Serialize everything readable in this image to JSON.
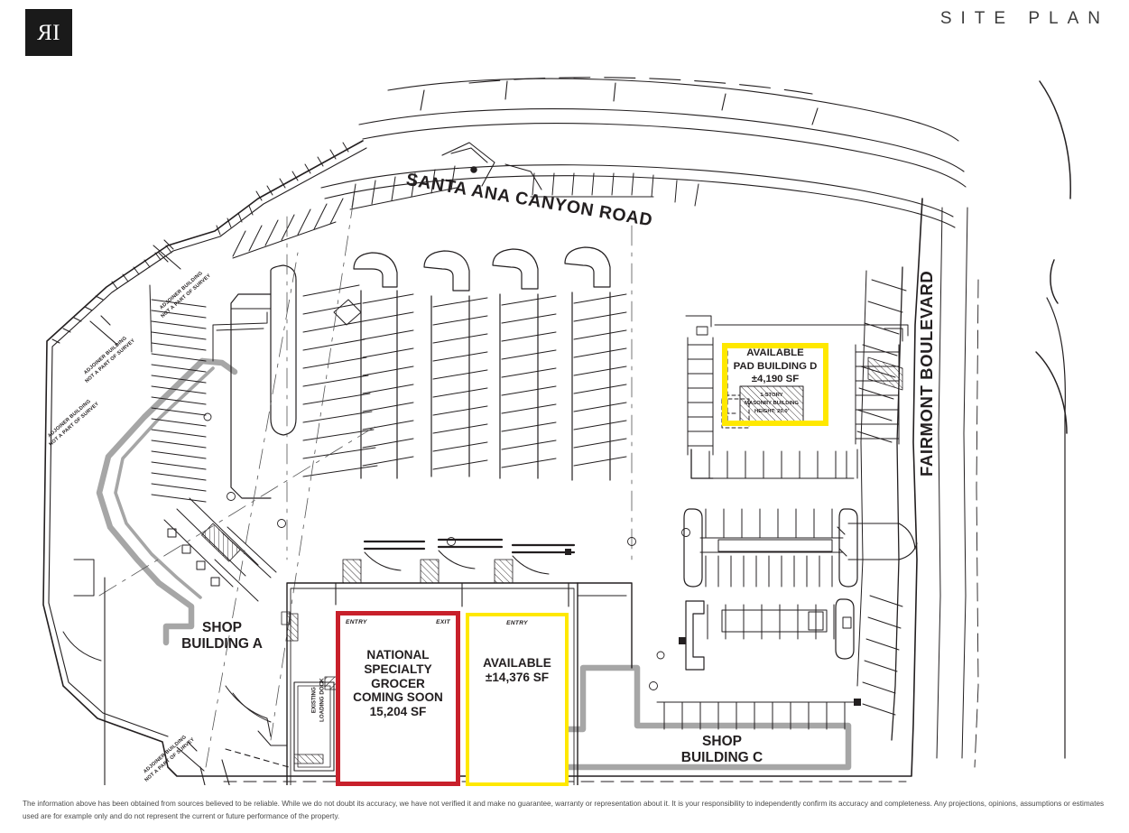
{
  "header": {
    "logo_text": "RI",
    "title": "SITE PLAN"
  },
  "map": {
    "streets": [
      {
        "name": "santa-ana-canyon-road",
        "label": "SANTA ANA CANYON ROAD"
      },
      {
        "name": "fairmont-boulevard",
        "label": "FAIRMONT BOULEVARD"
      }
    ],
    "buildings": [
      {
        "name": "shop-building-a",
        "label": "SHOP\nBUILDING A"
      },
      {
        "name": "shop-building-c",
        "label": "SHOP\nBUILDING C"
      }
    ],
    "suites": [
      {
        "name": "national-specialty-grocer",
        "label": "NATIONAL\nSPECIALTY\nGROCER\nCOMING SOON\n15,204 SF",
        "size": "15,204 SF",
        "status": "COMING SOON",
        "outline_color": "#c8202b",
        "entry_tag": "ENTRY",
        "exit_tag": "EXIT"
      },
      {
        "name": "available-suite",
        "label": "AVAILABLE\n±14,376 SF",
        "size": "±14,376 SF",
        "status": "AVAILABLE",
        "outline_color": "#ffe800",
        "entry_tag": "ENTRY"
      },
      {
        "name": "pad-building-d",
        "label": "AVAILABLE\nPAD BUILDING D\n±4,190 SF",
        "size": "±4,190 SF",
        "status": "AVAILABLE",
        "outline_color": "#ffe800",
        "detail": "1-STORY\nMASONRY BUILDING\nHEIGHT: 20.0'"
      }
    ],
    "annotations": [
      {
        "name": "adjoiner-note-1",
        "text": "ADJOINER BUILDING\nNOT A PART OF SURVEY"
      },
      {
        "name": "adjoiner-note-2",
        "text": "ADJOINER BUILDING\nNOT A PART OF SURVEY"
      },
      {
        "name": "adjoiner-note-3",
        "text": "ADJOINER BUILDING\nNOT A PART OF SURVEY"
      },
      {
        "name": "adjoiner-note-4",
        "text": "ADJOINER BUILDING\nNOT A PART OF SURVEY"
      },
      {
        "name": "loading-dock-note",
        "text": "EXISTING\nLOADING DOCK"
      }
    ],
    "colors": {
      "leased_outline": "#c8202b",
      "available_outline": "#ffe800",
      "building_outline": "#a6a6a6",
      "linework": "#231f20"
    }
  },
  "footer": {
    "disclaimer": "The information above has been obtained from sources believed to be reliable. While we do not doubt its accuracy, we have not verified it and make no guarantee, warranty or representation about it. It is your responsibility to independently confirm its accuracy and completeness. Any projections, opinions, assumptions or estimates used are for example only and do not represent the current or future performance of the property."
  }
}
